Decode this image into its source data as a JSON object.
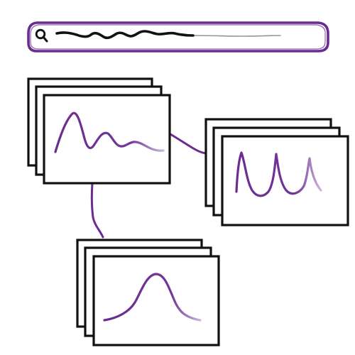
{
  "colors": {
    "background": "#ffffff",
    "ink": "#111111",
    "accent": "#6a2c91"
  },
  "search": {
    "icon": "search-icon"
  },
  "waveform_cards": [
    {
      "name": "damped-oscillation",
      "icon": "damped-wave-icon"
    },
    {
      "name": "periodic-peaks",
      "icon": "peaks-wave-icon"
    },
    {
      "name": "single-peak",
      "icon": "bell-curve-icon"
    }
  ]
}
